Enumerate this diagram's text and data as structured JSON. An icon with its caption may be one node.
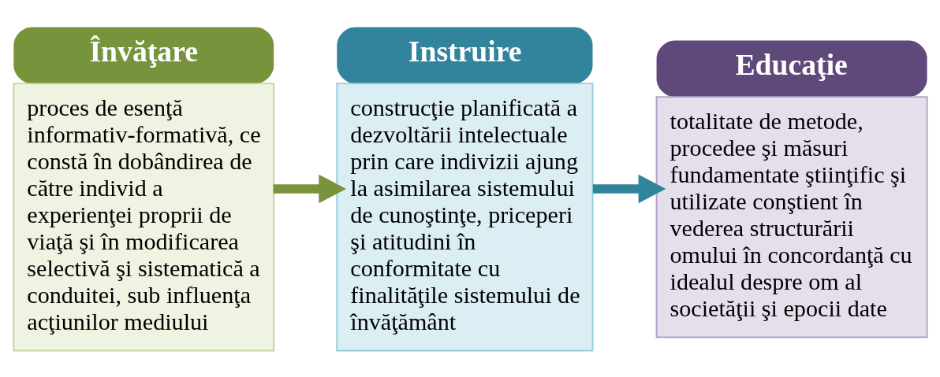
{
  "diagram": {
    "nodes": [
      {
        "text": [
          "Învăţare",
          "proces de esenţă informativ-formativă, ce constă în dobândirea de către individ a experienţei proprii de viaţă şi în modificarea selectivă şi sistematică a conduitei, sub influenţa acţiunilor mediului"
        ]
      },
      {
        "text": [
          "Instruire",
          "construcţie planificată a dezvoltării intelectuale prin care indivizii ajung la asimilarea sistemului de cunoştinţe, priceperi şi atitudini în conformitate cu finalităţile sistemului de învăţământ"
        ]
      },
      {
        "text": [
          "Educaţie",
          "totalitate de metode, procedee şi măsuri fundamentate ştiinţific şi utilizate conştient în vederea structurării omului în concordanţă cu idealul despre om al societăţii şi epocii date"
        ]
      }
    ],
    "edges": [
      {
        "from": 0,
        "to": 1,
        "arrow": "to",
        "color": "#77933c"
      },
      {
        "from": 1,
        "to": 2,
        "arrow": "to",
        "color": "#31849b"
      }
    ]
  }
}
